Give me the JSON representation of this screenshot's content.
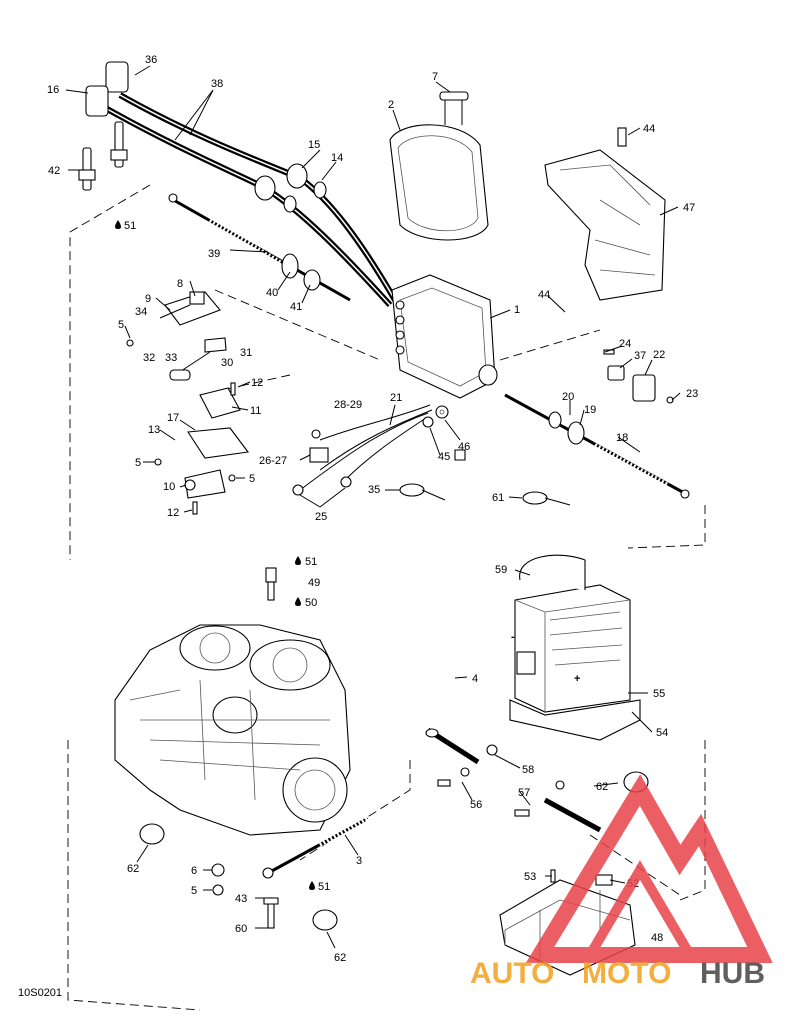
{
  "callouts": [
    {
      "id": "c16",
      "text": "16"
    },
    {
      "id": "c36",
      "text": "36"
    },
    {
      "id": "c38",
      "text": "38"
    },
    {
      "id": "c42",
      "text": "42"
    },
    {
      "id": "c7",
      "text": "7"
    },
    {
      "id": "c2",
      "text": "2"
    },
    {
      "id": "c15",
      "text": "15"
    },
    {
      "id": "c14",
      "text": "14"
    },
    {
      "id": "c44a",
      "text": "44"
    },
    {
      "id": "c47",
      "text": "47"
    },
    {
      "id": "c51a",
      "text": "51"
    },
    {
      "id": "c39",
      "text": "39"
    },
    {
      "id": "c8",
      "text": "8"
    },
    {
      "id": "c9",
      "text": "9"
    },
    {
      "id": "c34",
      "text": "34"
    },
    {
      "id": "c40",
      "text": "40"
    },
    {
      "id": "c41",
      "text": "41"
    },
    {
      "id": "c44b",
      "text": "44"
    },
    {
      "id": "c1",
      "text": "1"
    },
    {
      "id": "c5a",
      "text": "5"
    },
    {
      "id": "c32",
      "text": "32"
    },
    {
      "id": "c33",
      "text": "33"
    },
    {
      "id": "c30",
      "text": "30"
    },
    {
      "id": "c31",
      "text": "31"
    },
    {
      "id": "c24",
      "text": "24"
    },
    {
      "id": "c37",
      "text": "37"
    },
    {
      "id": "c22",
      "text": "22"
    },
    {
      "id": "c12a",
      "text": "12"
    },
    {
      "id": "c23",
      "text": "23"
    },
    {
      "id": "c11",
      "text": "11"
    },
    {
      "id": "c2829",
      "text": "28-29"
    },
    {
      "id": "c21",
      "text": "21"
    },
    {
      "id": "c20",
      "text": "20"
    },
    {
      "id": "c19",
      "text": "19"
    },
    {
      "id": "c17",
      "text": "17"
    },
    {
      "id": "c13",
      "text": "13"
    },
    {
      "id": "c18",
      "text": "18"
    },
    {
      "id": "c46",
      "text": "46"
    },
    {
      "id": "c2627",
      "text": "26-27"
    },
    {
      "id": "c45",
      "text": "45"
    },
    {
      "id": "c5b",
      "text": "5"
    },
    {
      "id": "c10",
      "text": "10"
    },
    {
      "id": "c5c",
      "text": "5"
    },
    {
      "id": "c35",
      "text": "35"
    },
    {
      "id": "c61",
      "text": "61"
    },
    {
      "id": "c25",
      "text": "25"
    },
    {
      "id": "c12b",
      "text": "12"
    },
    {
      "id": "c51b",
      "text": "51"
    },
    {
      "id": "c49",
      "text": "49"
    },
    {
      "id": "c50",
      "text": "50"
    },
    {
      "id": "c59",
      "text": "59"
    },
    {
      "id": "c4",
      "text": "4"
    },
    {
      "id": "c55",
      "text": "55"
    },
    {
      "id": "c54",
      "text": "54"
    },
    {
      "id": "c58",
      "text": "58"
    },
    {
      "id": "c62a",
      "text": "62"
    },
    {
      "id": "c56",
      "text": "56"
    },
    {
      "id": "c57",
      "text": "57"
    },
    {
      "id": "c62b",
      "text": "62"
    },
    {
      "id": "c3",
      "text": "3"
    },
    {
      "id": "c6",
      "text": "6"
    },
    {
      "id": "c5d",
      "text": "5"
    },
    {
      "id": "c43",
      "text": "43"
    },
    {
      "id": "c51c",
      "text": "51"
    },
    {
      "id": "c53",
      "text": "53"
    },
    {
      "id": "c52",
      "text": "52"
    },
    {
      "id": "c60",
      "text": "60"
    },
    {
      "id": "c48",
      "text": "48"
    },
    {
      "id": "c62c",
      "text": "62"
    }
  ],
  "battery": {
    "minus": "-",
    "plus": "+"
  },
  "footer": {
    "code": "10S0201"
  },
  "watermark": {
    "part1": "AUTO",
    "part2": "MOTO",
    "part3": "HUB",
    "color_red": "#e8424a",
    "color_orange": "#f2a11c",
    "color_gray": "#444444"
  }
}
